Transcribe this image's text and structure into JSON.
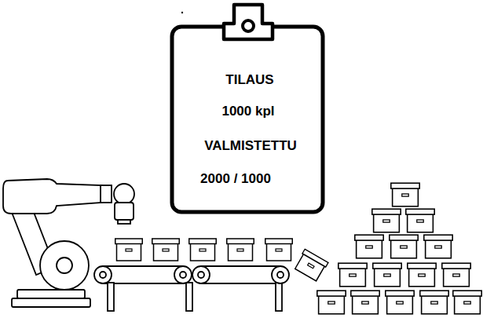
{
  "diagram": {
    "nodes": [
      {
        "text": [
          "TILAUS",
          "1000 kpl",
          "VALMISTETTU",
          "2000 / 1000"
        ]
      }
    ]
  }
}
